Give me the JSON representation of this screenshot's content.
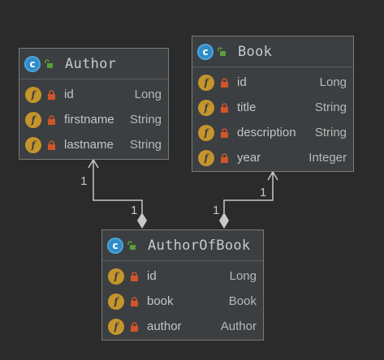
{
  "diagram": {
    "classes": [
      {
        "name": "Author",
        "icon": "class-icon",
        "icon_letter": "c",
        "fields": [
          {
            "icon_letter": "f",
            "name": "id",
            "type": "Long"
          },
          {
            "icon_letter": "f",
            "name": "firstname",
            "type": "String"
          },
          {
            "icon_letter": "f",
            "name": "lastname",
            "type": "String"
          }
        ]
      },
      {
        "name": "Book",
        "icon": "class-icon",
        "icon_letter": "c",
        "fields": [
          {
            "icon_letter": "f",
            "name": "id",
            "type": "Long"
          },
          {
            "icon_letter": "f",
            "name": "title",
            "type": "String"
          },
          {
            "icon_letter": "f",
            "name": "description",
            "type": "String"
          },
          {
            "icon_letter": "f",
            "name": "year",
            "type": "Integer"
          }
        ]
      },
      {
        "name": "AuthorOfBook",
        "icon": "class-icon",
        "icon_letter": "c",
        "fields": [
          {
            "icon_letter": "f",
            "name": "id",
            "type": "Long"
          },
          {
            "icon_letter": "f",
            "name": "book",
            "type": "Book"
          },
          {
            "icon_letter": "f",
            "name": "author",
            "type": "Author"
          }
        ]
      }
    ],
    "relations": [
      {
        "from": "AuthorOfBook",
        "to": "Author",
        "kind": "composition",
        "source_multiplicity": "1",
        "target_multiplicity": "1"
      },
      {
        "from": "AuthorOfBook",
        "to": "Book",
        "kind": "composition",
        "source_multiplicity": "1",
        "target_multiplicity": "1"
      }
    ],
    "colors": {
      "background": "#2b2b2b",
      "box": "#3c3f41",
      "border": "#7a7a7a",
      "class_icon": "#2f8bc9",
      "field_icon": "#c5952c",
      "lock": "#d0552a",
      "connector": "#c8c8c8"
    }
  }
}
